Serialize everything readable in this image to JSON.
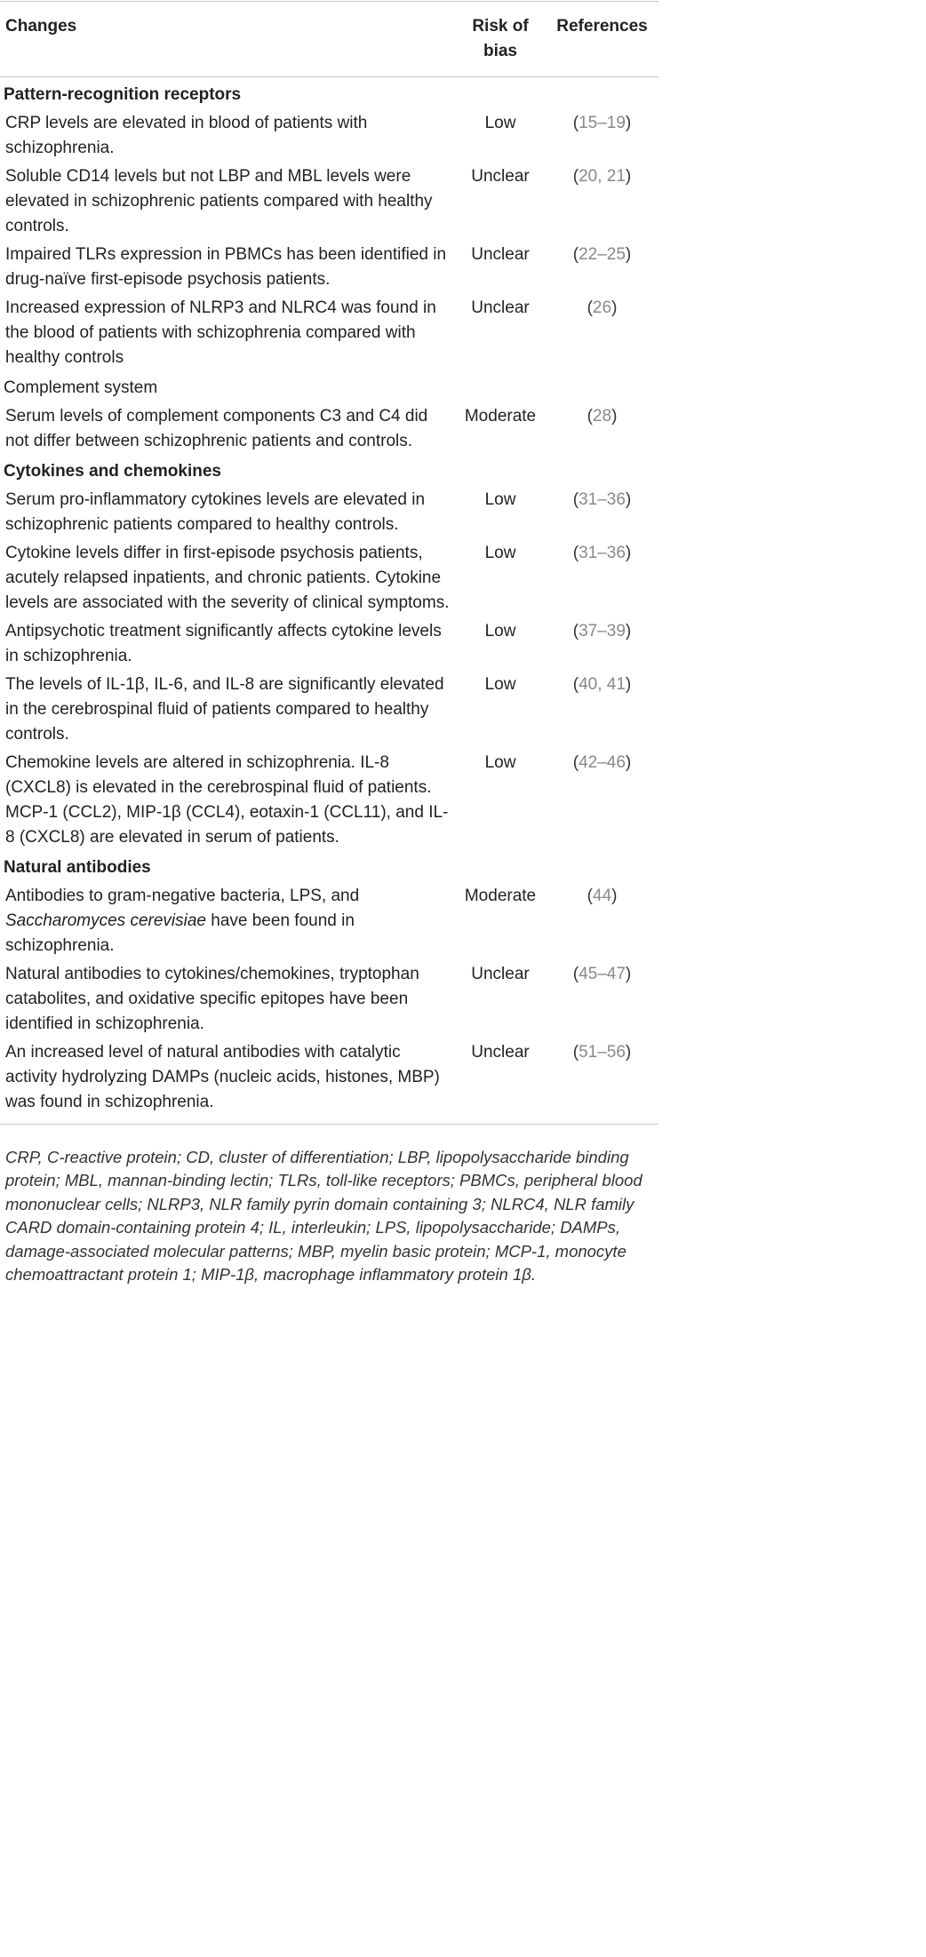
{
  "headers": {
    "changes": "Changes",
    "risk": "Risk of bias",
    "refs": "References"
  },
  "sections": [
    {
      "title": "Pattern-recognition receptors",
      "bold": true,
      "rows": [
        {
          "change": "CRP levels are elevated in blood of patients with schizophrenia.",
          "risk": "Low",
          "refs": "15–19"
        },
        {
          "change": "Soluble CD14 levels but not LBP and MBL levels were elevated in schizophrenic patients compared with healthy controls.",
          "risk": "Unclear",
          "refs": "20, 21"
        },
        {
          "change": "Impaired TLRs expression in PBMCs has been identified in drug-naïve first-episode psychosis patients.",
          "risk": "Unclear",
          "refs": "22–25"
        },
        {
          "change": "Increased expression of NLRP3 and NLRC4 was found in the blood of patients with schizophrenia compared with healthy controls",
          "risk": "Unclear",
          "refs": "26"
        }
      ]
    },
    {
      "title": "Complement system",
      "bold": false,
      "rows": [
        {
          "change": "Serum levels of complement components C3 and C4 did not differ between schizophrenic patients and controls.",
          "risk": "Moderate",
          "refs": "28"
        }
      ]
    },
    {
      "title": "Cytokines and chemokines",
      "bold": true,
      "rows": [
        {
          "change": "Serum pro-inflammatory cytokines levels are elevated in schizophrenic patients compared to healthy controls.",
          "risk": "Low",
          "refs": "31–36"
        },
        {
          "change": "Cytokine levels differ in first-episode psychosis patients, acutely relapsed inpatients, and chronic patients. Cytokine levels are associated with the severity of clinical symptoms.",
          "risk": "Low",
          "refs": "31–36"
        },
        {
          "change": "Antipsychotic treatment significantly affects cytokine levels in schizophrenia.",
          "risk": "Low",
          "refs": "37–39"
        },
        {
          "change": "The levels of IL-1β, IL-6, and IL-8 are significantly elevated in the cerebrospinal fluid of patients compared to healthy controls.",
          "risk": "Low",
          "refs": "40, 41"
        },
        {
          "change": "Chemokine levels are altered in schizophrenia. IL-8 (CXCL8) is elevated in the cerebrospinal fluid of patients. MCP-1 (CCL2), MIP-1β (CCL4), eotaxin-1 (CCL11), and IL-8 (CXCL8) are elevated in serum of patients.",
          "risk": "Low",
          "refs": "42–46"
        }
      ]
    },
    {
      "title": "Natural antibodies",
      "bold": true,
      "rows": [
        {
          "change": "Antibodies to gram-negative bacteria, LPS, and <i>Saccharomyces cerevisiae</i> have been found in schizophrenia.",
          "risk": "Moderate",
          "refs": "44"
        },
        {
          "change": "Natural antibodies to cytokines/chemokines, tryptophan catabolites, and oxidative specific epitopes have been identified in schizophrenia.",
          "risk": "Unclear",
          "refs": "45–47"
        },
        {
          "change": "An increased level of natural antibodies with catalytic activity hydrolyzing DAMPs (nucleic acids, histones, MBP) was found in schizophrenia.",
          "risk": "Unclear",
          "refs": "51–56"
        }
      ]
    }
  ],
  "footnote": "CRP, C-reactive protein; CD, cluster of differentiation; LBP, lipopolysaccharide binding protein; MBL, mannan-binding lectin; TLRs, toll-like receptors; PBMCs, peripheral blood mononuclear cells; NLRP3, NLR family pyrin domain containing 3; NLRC4, NLR family CARD domain-containing protein 4; IL, interleukin; LPS, lipopolysaccharide; DAMPs, damage-associated molecular patterns; MBP, myelin basic protein; MCP-1, monocyte chemoattractant protein 1; MIP-1β, macrophage inflammatory protein 1β."
}
